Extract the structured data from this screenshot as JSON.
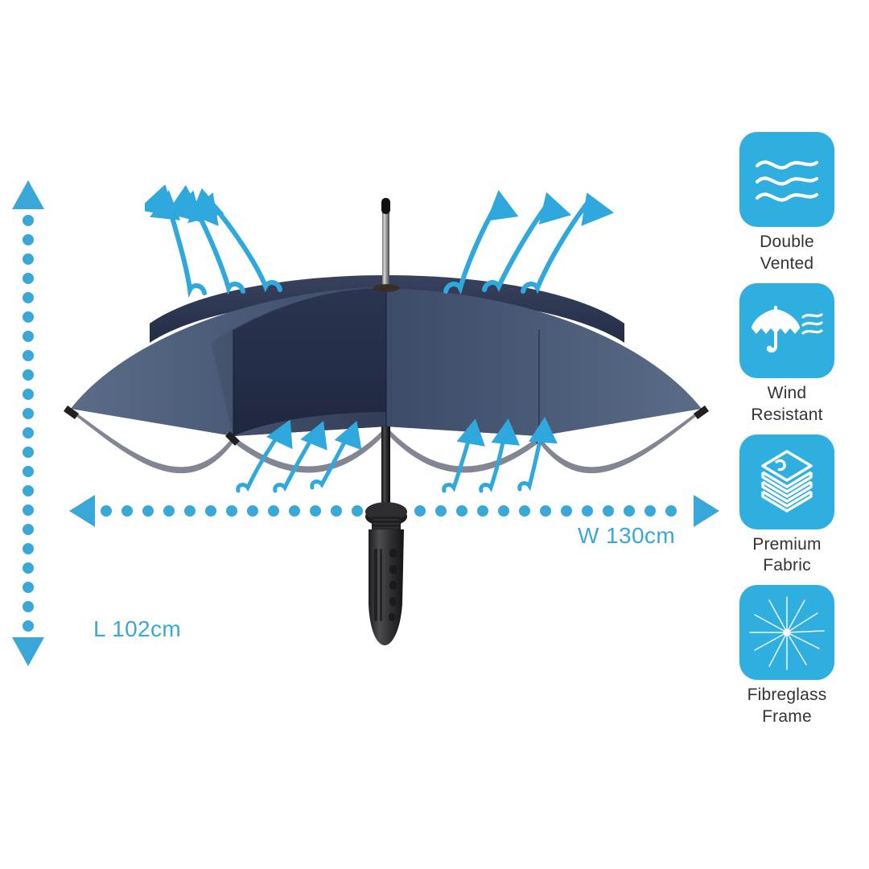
{
  "theme": {
    "accent_blue": "#39A8D8",
    "icon_tile_blue": "#2FAEE0",
    "label_text": "#333333",
    "canopy_navy_dark": "#232B43",
    "canopy_navy_mid": "#2B3450",
    "canopy_navy_light": "#4A5B78",
    "shaft_black": "#1A1A1A",
    "background": "#FFFFFF"
  },
  "dimensions": {
    "width_label": "W 130cm",
    "height_label": "L 102cm"
  },
  "product": {
    "name": "umbrella",
    "canopy_color": "navy",
    "handle": "black rubberised grip",
    "tip": "chrome ferrule with black cap"
  },
  "airflow": {
    "top_arrow_count": 6,
    "bottom_arrow_count": 6,
    "direction": "upward",
    "color": "#2FA8DE"
  },
  "features": [
    {
      "icon": "waves-icon",
      "line1": "Double",
      "line2": "Vented"
    },
    {
      "icon": "umbrella-wind-icon",
      "line1": "Wind",
      "line2": "Resistant"
    },
    {
      "icon": "fabric-stack-icon",
      "line1": "Premium",
      "line2": "Fabric"
    },
    {
      "icon": "fibreglass-starburst-icon",
      "line1": "Fibreglass",
      "line2": "Frame"
    }
  ]
}
